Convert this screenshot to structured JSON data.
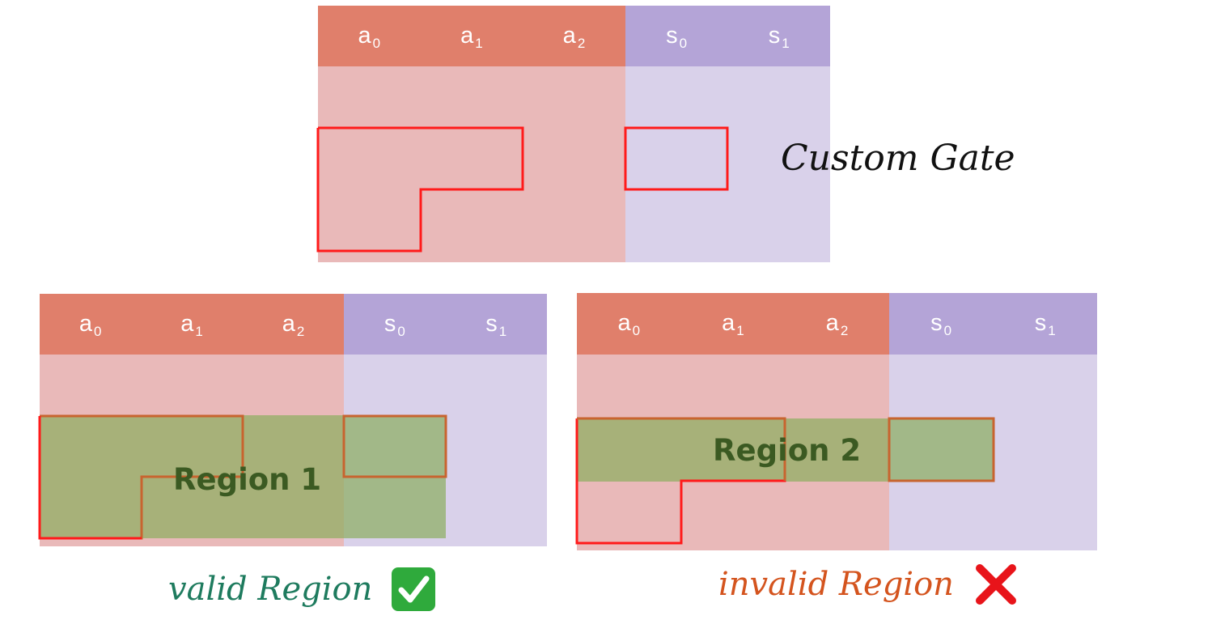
{
  "colors": {
    "a_header": "#e07f6b",
    "a_body": "#e9b9b9",
    "s_header": "#b4a4d7",
    "s_body": "#d9d1ea",
    "outline": "#ff1a1a",
    "outline_region": "#c8642f",
    "region_fill": "#8aae5e",
    "valid_text": "#1e7b5e",
    "invalid_text": "#d4541e",
    "check": "#2faa3c",
    "cross": "#e8141a"
  },
  "columns": [
    {
      "name": "a",
      "sub": "0",
      "group": "a"
    },
    {
      "name": "a",
      "sub": "1",
      "group": "a"
    },
    {
      "name": "a",
      "sub": "2",
      "group": "a"
    },
    {
      "name": "s",
      "sub": "0",
      "group": "s"
    },
    {
      "name": "s",
      "sub": "1",
      "group": "s"
    }
  ],
  "top": {
    "caption": "Custom Gate"
  },
  "left": {
    "region_label": "Region 1",
    "caption": "valid Region",
    "status_icon": "check-mark-icon"
  },
  "right": {
    "region_label": "Region 2",
    "caption": "invalid Region",
    "status_icon": "cross-mark-icon"
  }
}
